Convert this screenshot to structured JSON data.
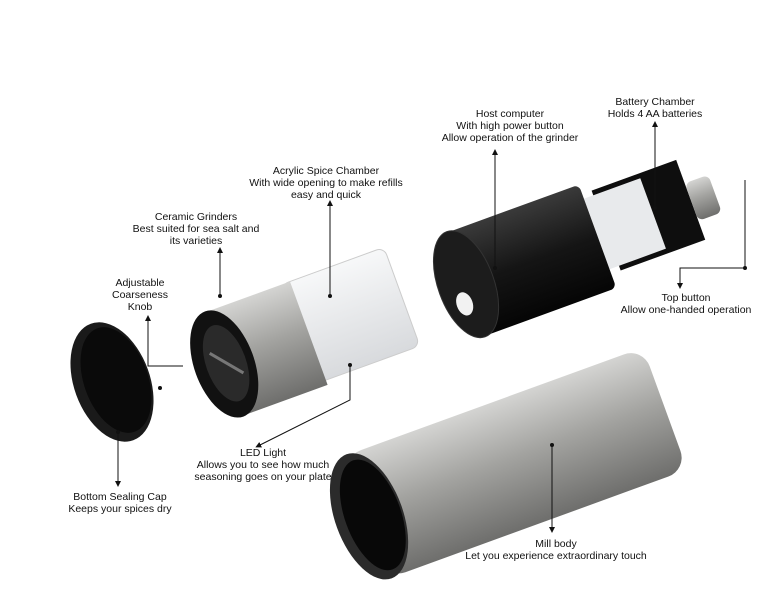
{
  "labels": {
    "host": [
      "Host computer",
      "With high power button",
      "Allow operation of the grinder"
    ],
    "battery": [
      "Battery Chamber",
      "Holds 4 AA batteries"
    ],
    "acrylic": [
      "Acrylic Spice Chamber",
      "With wide opening to make refills",
      "easy and quick"
    ],
    "ceramic": [
      "Ceramic Grinders",
      "Best suited for sea salt and",
      "its varieties"
    ],
    "knob": [
      "Adjustable",
      "Coarseness",
      "Knob"
    ],
    "top_button": [
      "Top button",
      "Allow one-handed operation"
    ],
    "led": [
      "LED Light",
      "Allows you to see how much",
      "seasoning goes on your plate"
    ],
    "cap": [
      "Bottom Sealing Cap",
      "Keeps your spices dry"
    ],
    "mill": [
      "Mill body",
      "Let you experience extraordinary touch"
    ]
  },
  "colors": {
    "steel": "#a9a9a6",
    "black": "#111111",
    "acrylic": "#eef0f2"
  }
}
